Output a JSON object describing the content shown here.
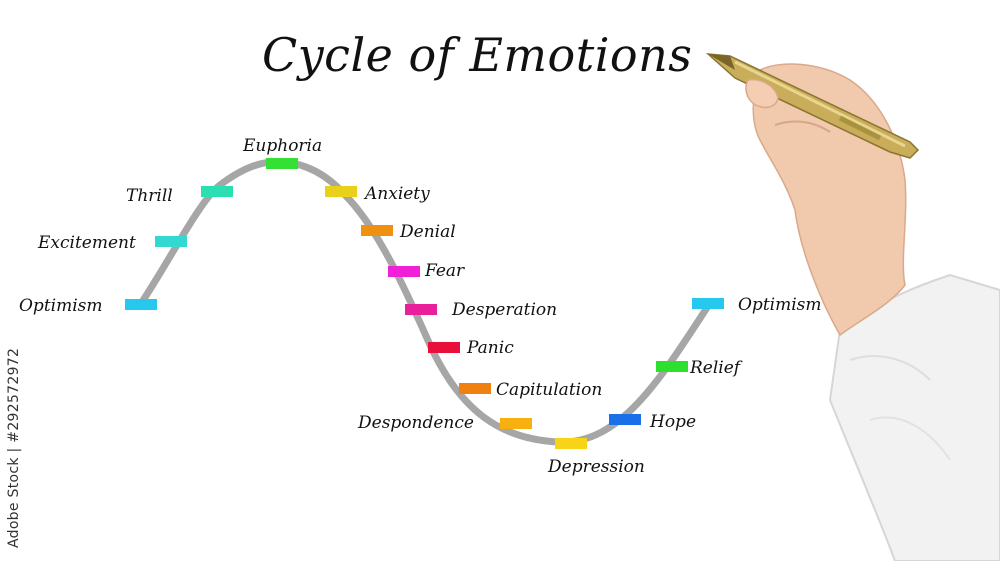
{
  "title": "Cycle of Emotions",
  "stock_id": "Adobe Stock | #292572972",
  "curve_color": "#a6a6a6",
  "stages": [
    {
      "label": "Optimism",
      "color": "#27c8ee",
      "icon": "cyan-marker"
    },
    {
      "label": "Excitement",
      "color": "#33d9d0",
      "icon": "turquoise-marker"
    },
    {
      "label": "Thrill",
      "color": "#2be0b0",
      "icon": "teal-marker"
    },
    {
      "label": "Euphoria",
      "color": "#33e033",
      "icon": "green-marker"
    },
    {
      "label": "Anxiety",
      "color": "#e8d118",
      "icon": "yellow-marker"
    },
    {
      "label": "Denial",
      "color": "#f09010",
      "icon": "orange-marker"
    },
    {
      "label": "Fear",
      "color": "#f020d8",
      "icon": "magenta-marker"
    },
    {
      "label": "Desperation",
      "color": "#e8209a",
      "icon": "pink-marker"
    },
    {
      "label": "Panic",
      "color": "#e8103a",
      "icon": "red-marker"
    },
    {
      "label": "Capitulation",
      "color": "#f08010",
      "icon": "orange-marker"
    },
    {
      "label": "Despondence",
      "color": "#f8b010",
      "icon": "amber-marker"
    },
    {
      "label": "Depression",
      "color": "#f8d418",
      "icon": "yellow-marker"
    },
    {
      "label": "Hope",
      "color": "#1a70e8",
      "icon": "blue-marker"
    },
    {
      "label": "Relief",
      "color": "#2ee02e",
      "icon": "green-marker"
    },
    {
      "label": "Optimism",
      "color": "#27c8ee",
      "icon": "cyan-marker"
    }
  ]
}
